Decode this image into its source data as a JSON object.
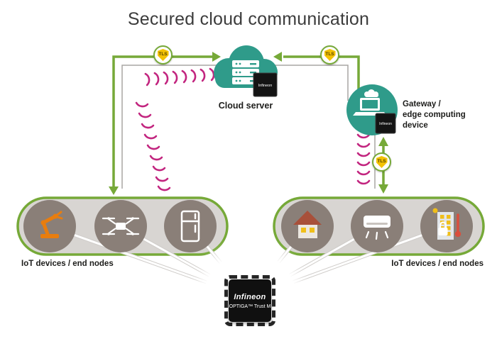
{
  "title": "Secured cloud communication",
  "cloud": {
    "label": "Cloud server"
  },
  "gateway": {
    "label": "Gateway /\nedge computing\ndevice"
  },
  "tls": {
    "label": "TLS"
  },
  "groups": {
    "left": {
      "label": "IoT devices / end nodes",
      "devices": [
        "robot-arm",
        "drone",
        "smart-fridge"
      ]
    },
    "right": {
      "label": "IoT devices / end nodes",
      "devices": [
        "smart-home",
        "air-conditioner",
        "smart-building"
      ]
    }
  },
  "chip": {
    "brand": "Infineon",
    "product": "OPTIGA™ Trust M"
  },
  "colors": {
    "green": "#76a938",
    "teal": "#2f9b8a",
    "magenta": "#c2257f",
    "shield_yellow": "#f3c204",
    "group_bg": "#d8d5d2",
    "device_circle": "#8a7f78",
    "chip_black": "#101010"
  }
}
